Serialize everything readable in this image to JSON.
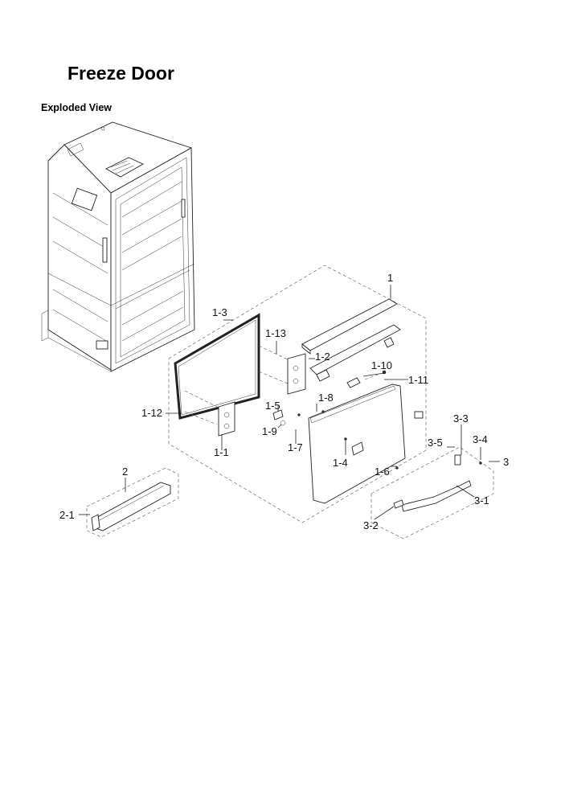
{
  "title": "Freeze Door",
  "subtitle": "Exploded View",
  "callouts": {
    "c1": "1",
    "c1_1": "1-1",
    "c1_2": "1-2",
    "c1_3": "1-3",
    "c1_4": "1-4",
    "c1_5": "1-5",
    "c1_6": "1-6",
    "c1_7": "1-7",
    "c1_8": "1-8",
    "c1_9": "1-9",
    "c1_10": "1-10",
    "c1_11": "1-11",
    "c1_12": "1-12",
    "c1_13": "1-13",
    "c2": "2",
    "c2_1": "2-1",
    "c3": "3",
    "c3_1": "3-1",
    "c3_2": "3-2",
    "c3_3": "3-3",
    "c3_4": "3-4",
    "c3_5": "3-5"
  }
}
